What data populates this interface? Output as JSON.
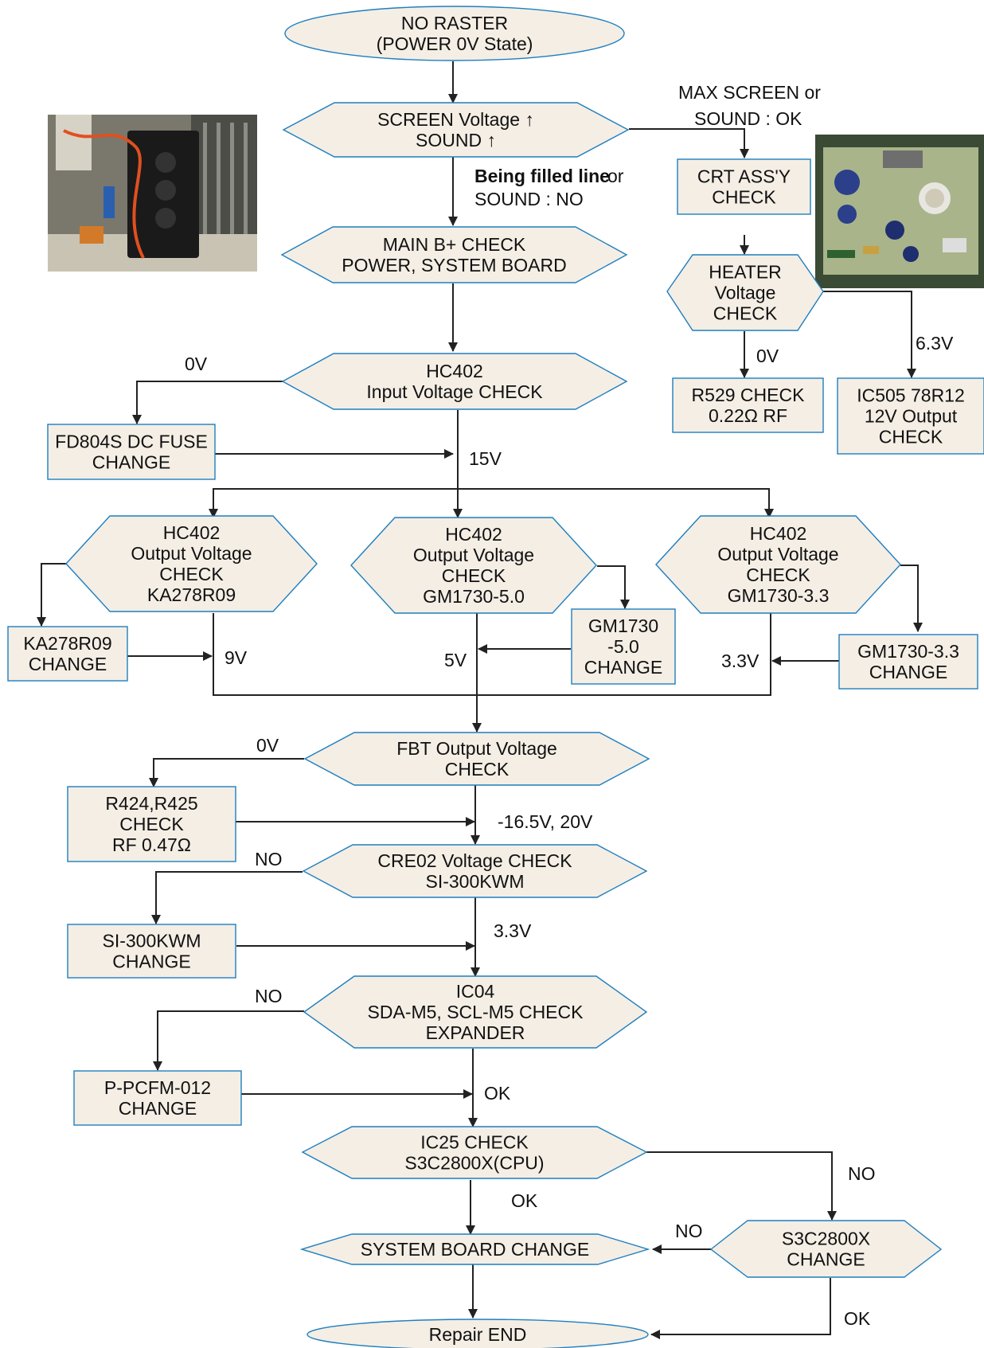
{
  "nodes": {
    "start": [
      "NO RASTER",
      "(POWER 0V State)"
    ],
    "screen": [
      "SCREEN Voltage ↑",
      "SOUND ↑"
    ],
    "main_b": [
      "MAIN B+ CHECK",
      "POWER, SYSTEM BOARD"
    ],
    "hc402_in": [
      "HC402",
      "Input Voltage CHECK"
    ],
    "fuse": [
      "FD804S DC FUSE",
      "CHANGE"
    ],
    "crt": [
      "CRT ASS'Y",
      "CHECK"
    ],
    "heater": [
      "HEATER",
      "Voltage",
      "CHECK"
    ],
    "r529": [
      "R529 CHECK",
      "0.22Ω RF"
    ],
    "ic505": [
      "IC505 78R12",
      "12V Output",
      "CHECK"
    ],
    "hc402_a": [
      "HC402",
      "Output Voltage",
      "CHECK",
      "KA278R09"
    ],
    "hc402_b": [
      "HC402",
      "Output Voltage",
      "CHECK",
      "GM1730-5.0"
    ],
    "hc402_c": [
      "HC402",
      "Output Voltage",
      "CHECK",
      "GM1730-3.3"
    ],
    "ka278": [
      "KA278R09",
      "CHANGE"
    ],
    "gm50": [
      "GM1730",
      "-5.0",
      "CHANGE"
    ],
    "gm33": [
      "GM1730-3.3",
      "CHANGE"
    ],
    "fbt": [
      "FBT Output Voltage",
      "CHECK"
    ],
    "r424": [
      "R424,R425",
      "CHECK",
      "RF 0.47Ω"
    ],
    "cre02": [
      "CRE02 Voltage CHECK",
      "SI-300KWM"
    ],
    "si300": [
      "SI-300KWM",
      "CHANGE"
    ],
    "ic04": [
      "IC04",
      "SDA-M5, SCL-M5 CHECK",
      "EXPANDER"
    ],
    "pcfm": [
      "P-PCFM-012",
      "CHANGE"
    ],
    "ic25": [
      "IC25 CHECK",
      "S3C2800X(CPU)"
    ],
    "sysboard": [
      "SYSTEM BOARD CHANGE"
    ],
    "s3c": [
      "S3C2800X",
      "CHANGE"
    ],
    "end": [
      "Repair END"
    ]
  },
  "labels": {
    "max_screen": "MAX SCREEN or",
    "sound_ok": "SOUND : OK",
    "filled_line": "Being filled line",
    "filled_or": "or",
    "sound_no": "SOUND : NO",
    "hc_in_0v": "0V",
    "v15": "15V",
    "heater_0v": "0V",
    "heater_63": "6.3V",
    "v9": "9V",
    "v5": "5V",
    "v33": "3.3V",
    "fbt_0v": "0V",
    "fbt_ok": "-16.5V, 20V",
    "cre_no": "NO",
    "cre_ok": "3.3V",
    "ic04_no": "NO",
    "ic04_ok": "OK",
    "ic25_no": "NO",
    "ic25_ok": "OK",
    "s3c_no": "NO",
    "s3c_ok": "OK"
  },
  "colors": {
    "shape_fill": "#f4eee5",
    "shape_stroke": "#1f7fbf",
    "wire": "#222222"
  },
  "images": {
    "left_photo": "flyback transformer photo",
    "right_photo": "circuit board photo"
  }
}
